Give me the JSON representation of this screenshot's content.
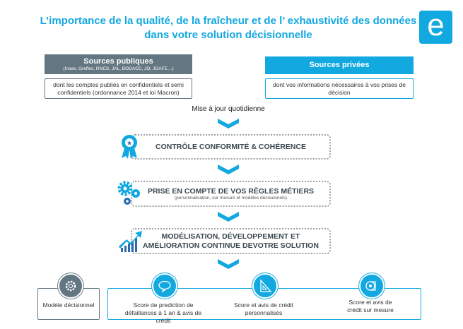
{
  "title": {
    "line1": "L’importance de la qualité, de la fraîcheur et de l’ exhaustivité des données",
    "line2": "dans votre solution décisionnelle"
  },
  "logo": {
    "letter": "e"
  },
  "sources_publiques": {
    "label": "Sources publiques",
    "detail": "(Insee, Greffes, RNCS, JAL, BODACC, JO, JOAFE…)",
    "note": "dont les comptes publiés en confidentiels et semi confidentiels (ordonnance 2014 et loi Macron)"
  },
  "sources_privees": {
    "label": "Sources privées",
    "note": "dont vos informations nécessaires à vos prises de décision"
  },
  "update_label": "Mise à jour quotidienne",
  "steps": [
    {
      "label": "CONTRÔLE CONFORMITÉ & COHÉRENCE",
      "icon": "award-ribbon-icon"
    },
    {
      "label": "PRISE EN COMPTE DE VOS RÈGLES MÉTIERS",
      "sub": "(personnalisation, sur mesure et modèles décisionnels)",
      "icon": "gears-icon"
    },
    {
      "label1": "MODÉLISATION, DÉVELOPPEMENT ET",
      "label2": "AMÉLIORATION CONTINUE DEVOTRE SOLUTION",
      "icon": "growth-chart-icon"
    }
  ],
  "outputs": {
    "model": "Modèle  décisionnel",
    "items": [
      {
        "line1": "Score de prediction de",
        "line2": "défaillances à 1 an & avis de crédit"
      },
      {
        "line1": "Score et avis de crédit",
        "line2": "personnalisés"
      },
      {
        "line1": "Score et avis de",
        "line2": "crédit  sur mesure"
      }
    ]
  },
  "colors": {
    "blue": "#12a8e0",
    "gray": "#637782"
  }
}
